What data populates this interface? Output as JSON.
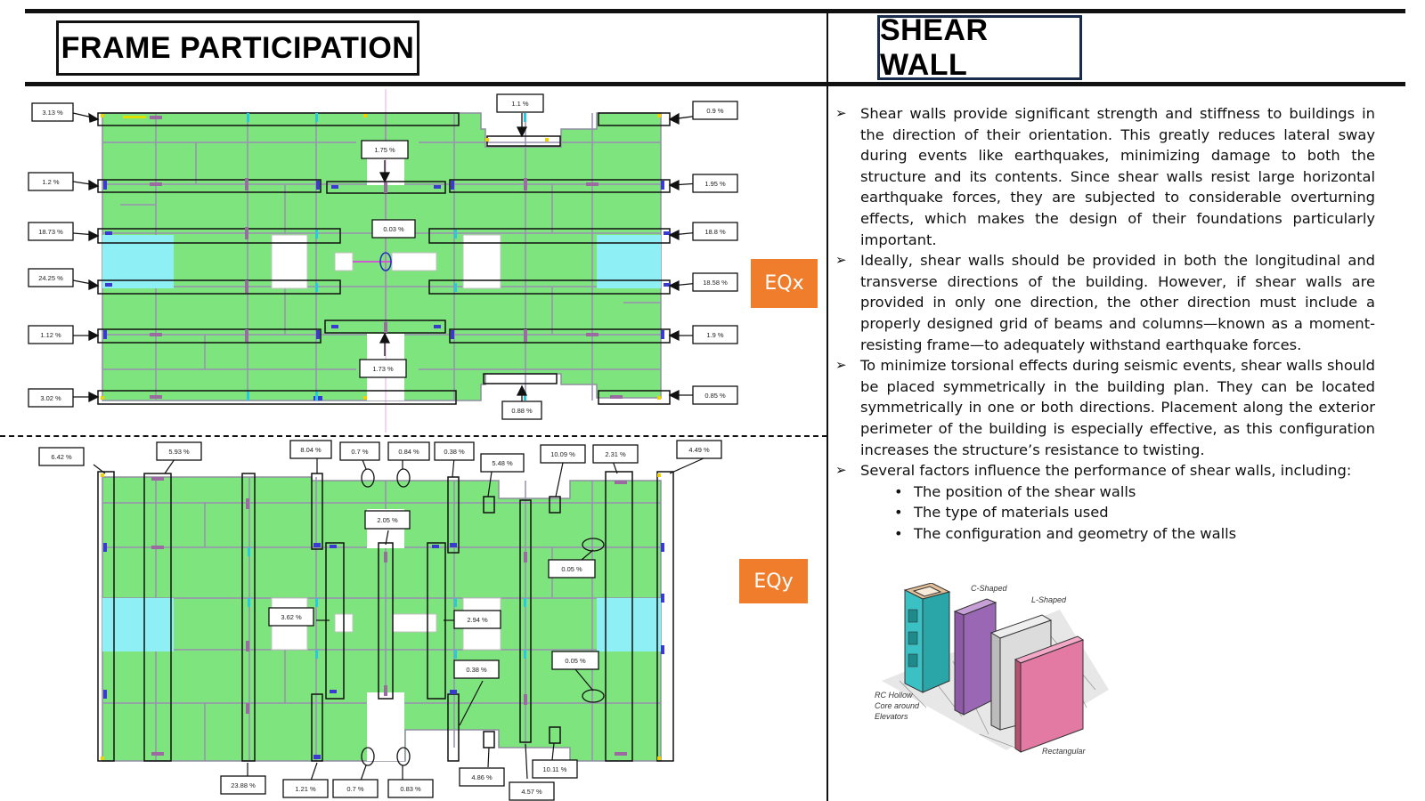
{
  "left_title": "FRAME PARTICIPATION",
  "right_title": "SHEAR WALL",
  "eqx_label": "EQx",
  "eqy_label": "EQy",
  "eqx_labels": [
    "3.13 %",
    "1.1 %",
    "0.9 %",
    "1.75 %",
    "1.2 %",
    "1.95 %",
    "18.73 %",
    "0.03 %",
    "18.8 %",
    "24.25 %",
    "18.58 %",
    "1.12 %",
    "1.9 %",
    "1.73 %",
    "3.02 %",
    "0.85 %",
    "0.88 %"
  ],
  "eqy_labels": [
    "6.42 %",
    "5.93 %",
    "8.04 %",
    "0.7 %",
    "0.84 %",
    "0.38 %",
    "5.48 %",
    "10.09 %",
    "2.31 %",
    "4.49 %",
    "2.05 %",
    "0.05 %",
    "3.62 %",
    "2.94 %",
    "0.38 %",
    "0.05 %",
    "23.88 %",
    "1.21 %",
    "0.7 %",
    "0.83 %",
    "4.86 %",
    "10.11 %",
    "4.57 %"
  ],
  "bullets": [
    "Shear walls provide significant strength and stiffness to buildings in the direction of their orientation. This greatly reduces lateral sway during events like earthquakes, minimizing damage to both the structure and its contents. Since shear walls resist large horizontal earthquake forces, they are subjected to considerable overturning effects, which makes the design of their foundations particularly important.",
    "Ideally, shear walls should be provided in both the longitudinal and transverse directions of the building. However, if shear walls are provided in only one direction, the other direction must include a properly designed grid of beams and columns—known as a moment-resisting frame—to adequately withstand earthquake forces.",
    "To minimize torsional effects during seismic events, shear walls should be placed symmetrically in the building plan. They can be located symmetrically in one or both directions. Placement along the exterior perimeter of the building is especially effective, as this configuration increases the structure’s resistance to twisting.",
    "Several factors influence the performance of shear walls, including:"
  ],
  "sub_bullets": [
    "The position of the shear walls",
    "The type of materials used",
    "The configuration and geometry of the walls"
  ],
  "wall_types": {
    "c_shaped": "C-Shaped",
    "l_shaped": "L-Shaped",
    "core": [
      "RC Hollow",
      "Core around",
      "Elevators"
    ],
    "rectangular": "Rectangular"
  },
  "colors": {
    "slab": "#7ee57e",
    "opening": "#8ef0f4",
    "eq_button": "#ef7d2c",
    "wall_mark": "#3a3ad0"
  }
}
